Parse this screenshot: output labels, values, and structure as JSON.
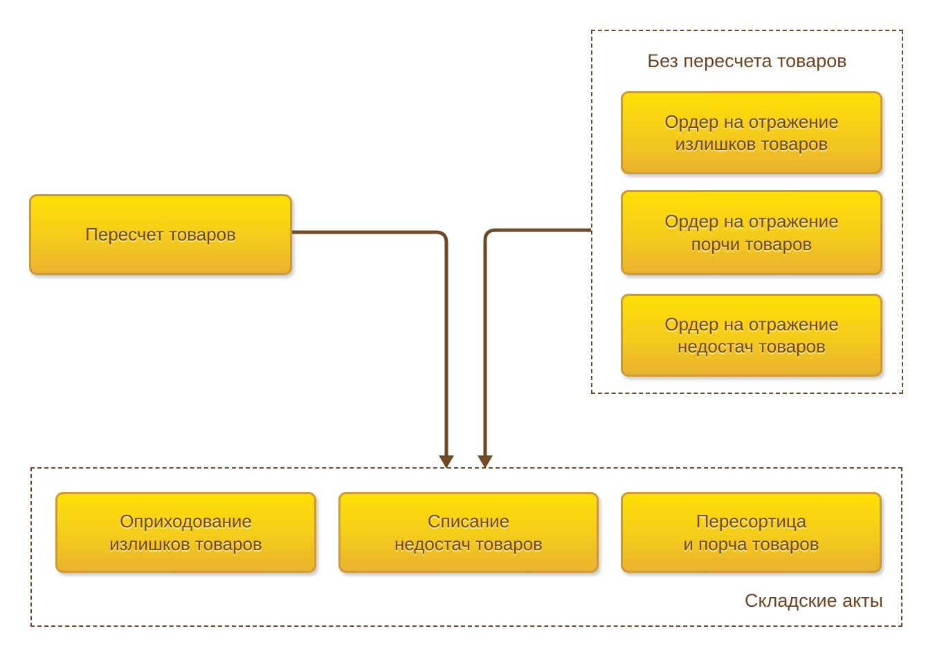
{
  "diagram": {
    "left_box": {
      "label": "Пересчет товаров"
    },
    "top_group": {
      "title": "Без пересчета товаров",
      "boxes": [
        {
          "label": "Ордер на отражение\nизлишков товаров"
        },
        {
          "label": "Ордер на отражение\nпорчи товаров"
        },
        {
          "label": "Ордер на отражение\nнедостач товаров"
        }
      ]
    },
    "bottom_group": {
      "title": "Складские акты",
      "boxes": [
        {
          "label": "Оприходование\nизлишков товаров"
        },
        {
          "label": "Списание\nнедостач товаров"
        },
        {
          "label": "Пересортица\nи порча товаров"
        }
      ]
    },
    "colors": {
      "box_gradient_top": "#FFE005",
      "box_gradient_bottom": "#E8B22E",
      "box_border": "#CD9A33",
      "box_text": "#72471E",
      "group_border": "#6E4A26",
      "group_title_text": "#6E4420",
      "connector_line": "#6F4A23",
      "background": "#FFFFFF"
    }
  }
}
